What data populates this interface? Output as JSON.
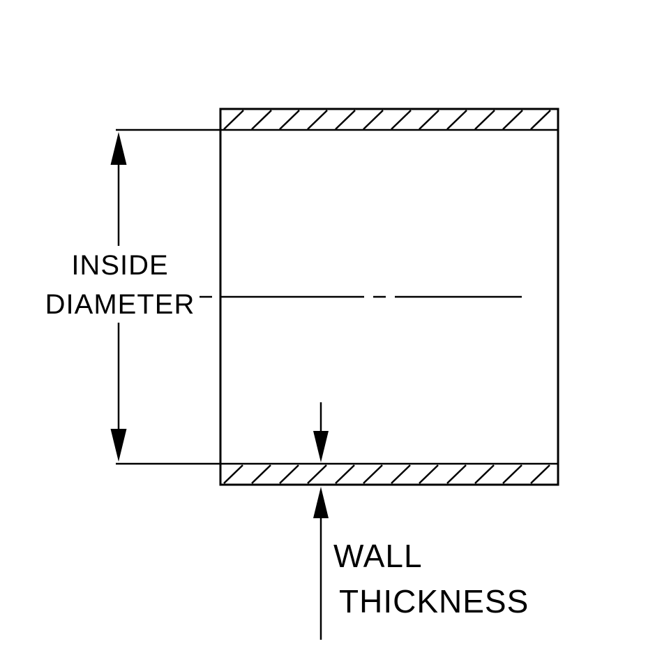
{
  "colors": {
    "line": "#000000",
    "background": "#ffffff"
  },
  "labels": {
    "inside_diameter_line1": "INSIDE",
    "inside_diameter_line2": "DIAMETER",
    "wall_thickness_line1": "WALL",
    "wall_thickness_line2": "THICKNESS"
  }
}
